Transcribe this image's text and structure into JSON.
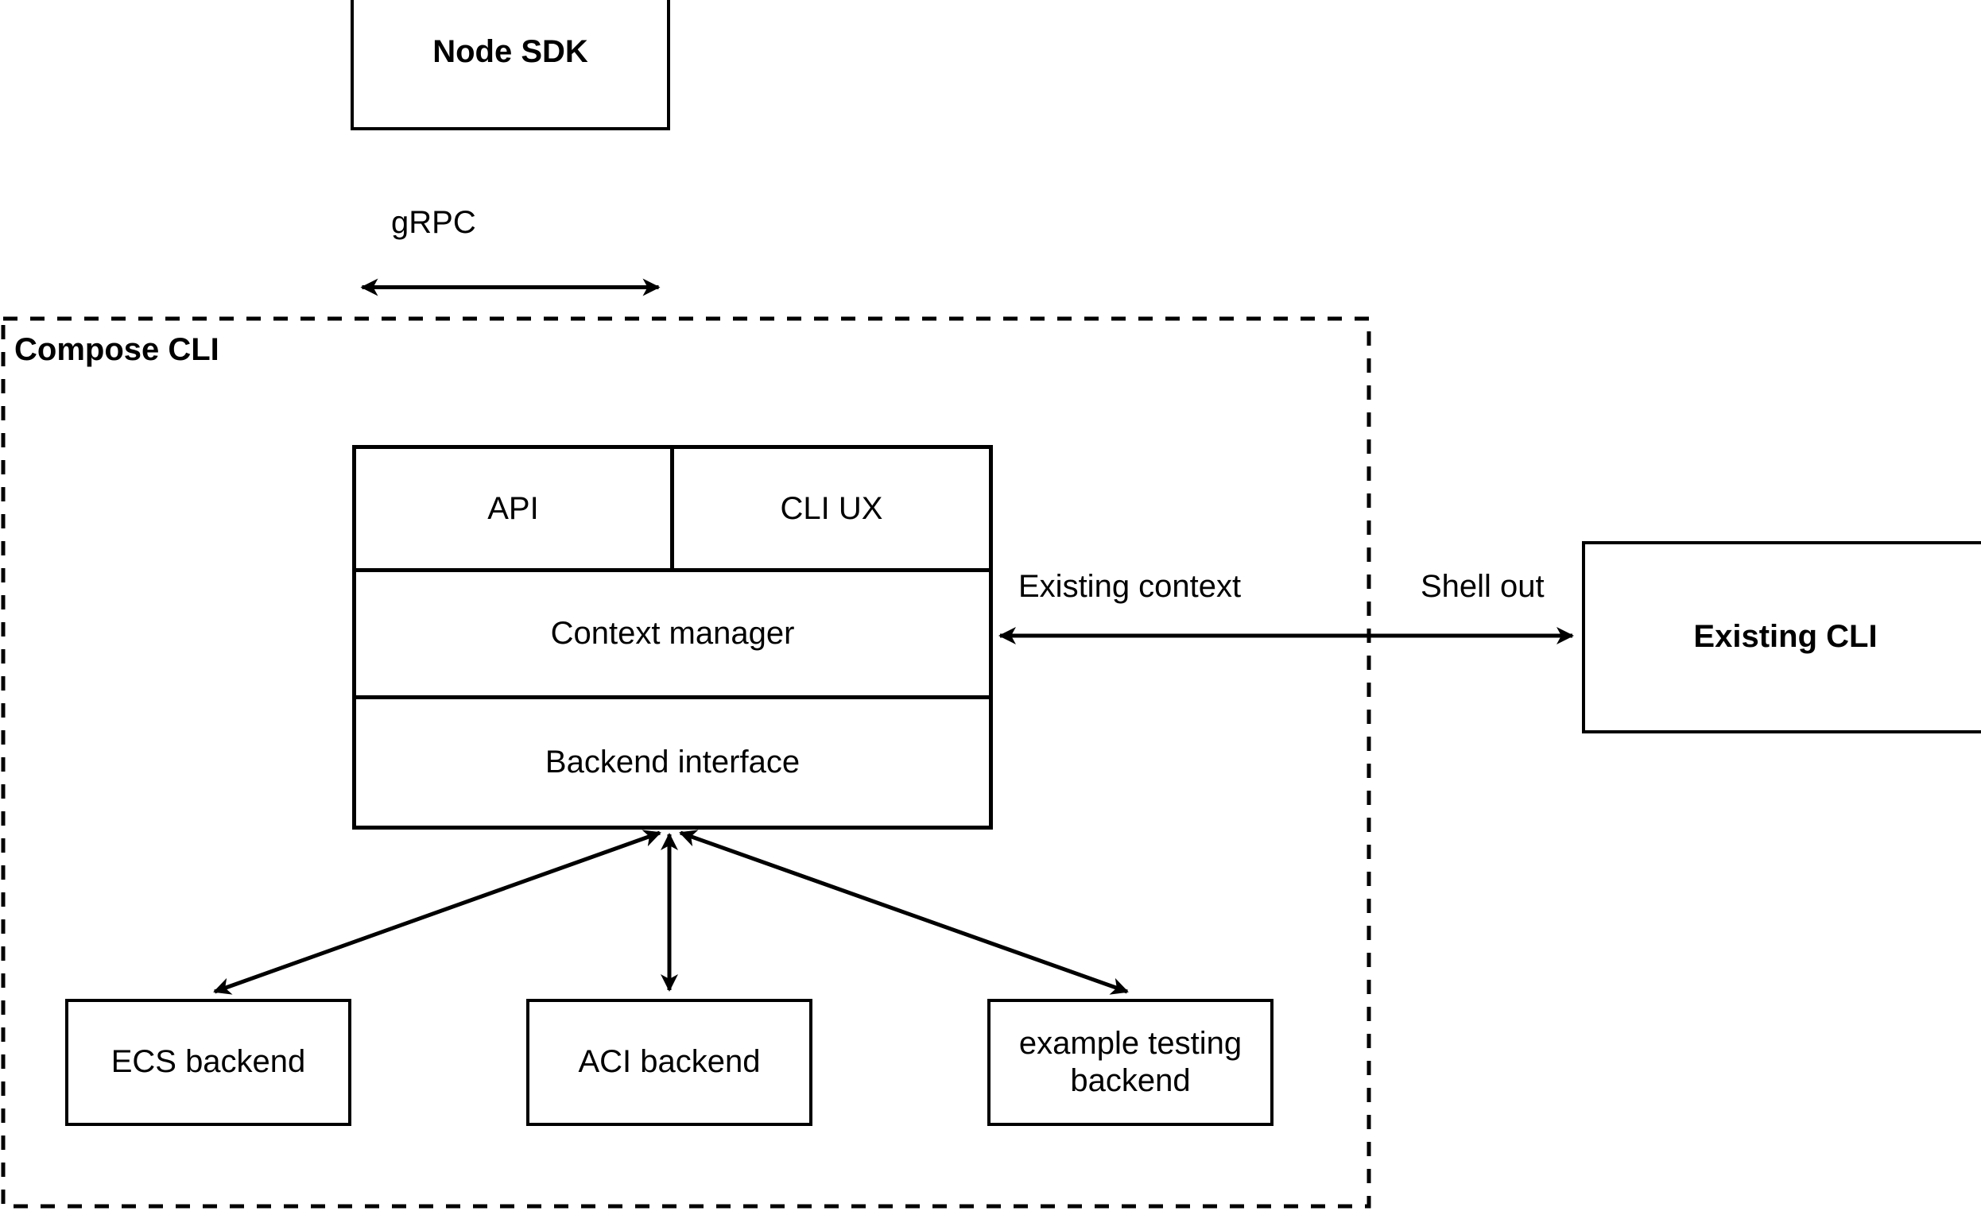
{
  "diagram": {
    "title_group": "Compose CLI",
    "nodes": {
      "node_sdk": "Node SDK",
      "existing_cli": "Existing CLI",
      "ecs_backend": "ECS backend",
      "aci_backend": "ACI backend",
      "example_testing_backend_line1": "example testing",
      "example_testing_backend_line2": "backend"
    },
    "stack": {
      "api": "API",
      "cli_ux": "CLI UX",
      "context_manager": "Context manager",
      "backend_interface": "Backend interface"
    },
    "edge_labels": {
      "grpc": "gRPC",
      "existing_context": "Existing context",
      "shell_out": "Shell out"
    },
    "colors": {
      "stroke": "#000000",
      "fill": "#ffffff"
    }
  }
}
